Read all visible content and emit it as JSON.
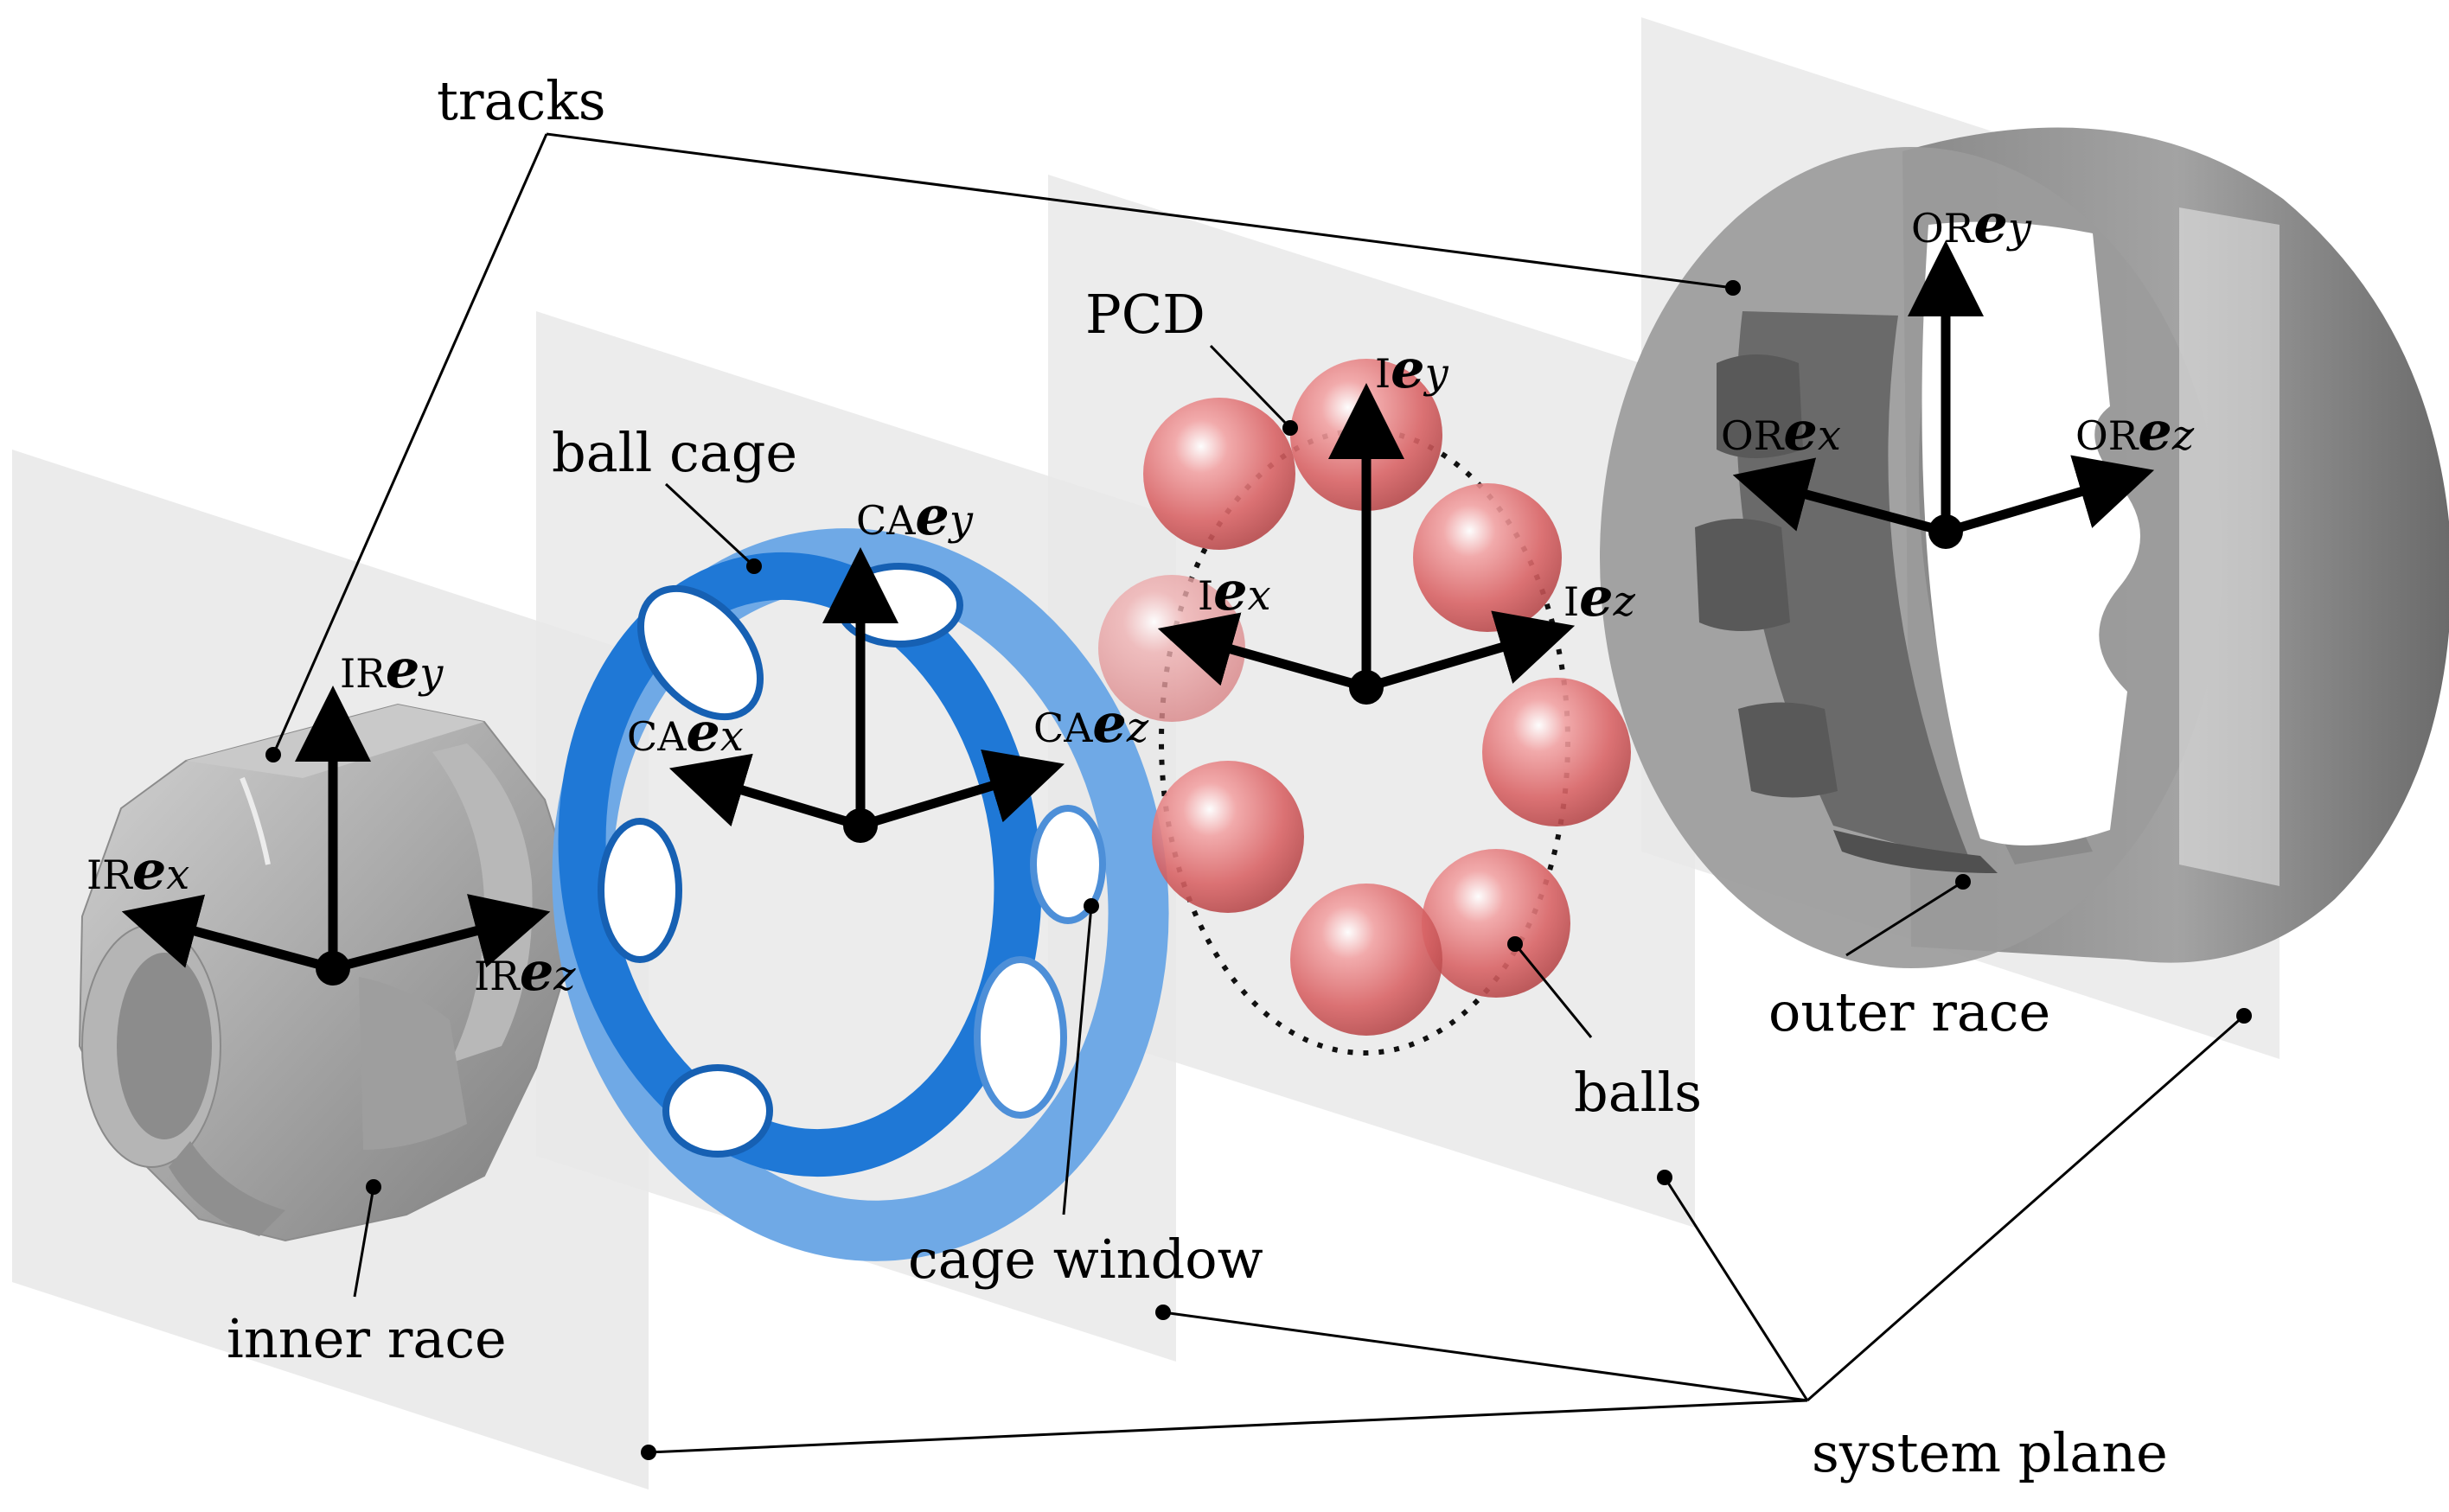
{
  "labels": {
    "tracks": "tracks",
    "ball_cage": "ball cage",
    "pcd": "PCD",
    "balls": "balls",
    "cage_window": "cage window",
    "inner_race": "inner race",
    "outer_race": "outer race",
    "system_plane": "system plane"
  },
  "axes": {
    "vector_symbol": "e",
    "inner_race": {
      "prefix": "IR",
      "x": "x",
      "y": "y",
      "z": "z"
    },
    "cage": {
      "prefix": "CA",
      "x": "x",
      "y": "y",
      "z": "z"
    },
    "inertial": {
      "prefix": "I",
      "x": "x",
      "y": "y",
      "z": "z"
    },
    "outer_race": {
      "prefix": "OR",
      "x": "x",
      "y": "y",
      "z": "z"
    }
  },
  "colors": {
    "plane": "#e9e9e9",
    "cage": "#1f78d6",
    "cage_light": "#6fa9e6",
    "ball": "#e0787a",
    "race": "#9a9a9a",
    "race_dark": "#5e5e5e",
    "arrow": "#000000"
  }
}
